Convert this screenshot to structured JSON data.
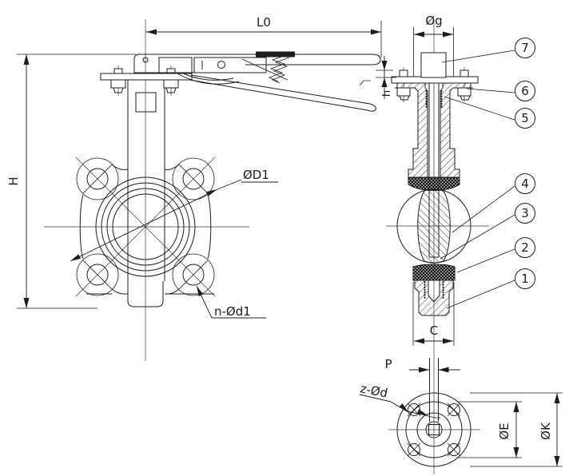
{
  "drawing": {
    "type": "technical-engineering-drawing",
    "subject": "wafer butterfly valve with lever handle, three orthographic views with section"
  },
  "colors": {
    "line": "#1c1c1c",
    "background": "#ffffff",
    "centerline": "#3a3a3a"
  },
  "dims": {
    "L0": "L0",
    "H": "H",
    "D1": "ØD1",
    "nd1": "n-Ød1",
    "g": "Øg",
    "h": "h",
    "C": "C",
    "P": "P",
    "zd": "z-Ød",
    "E": "ØE",
    "K": "ØK"
  },
  "callouts": [
    "1",
    "2",
    "3",
    "4",
    "5",
    "6",
    "7"
  ]
}
